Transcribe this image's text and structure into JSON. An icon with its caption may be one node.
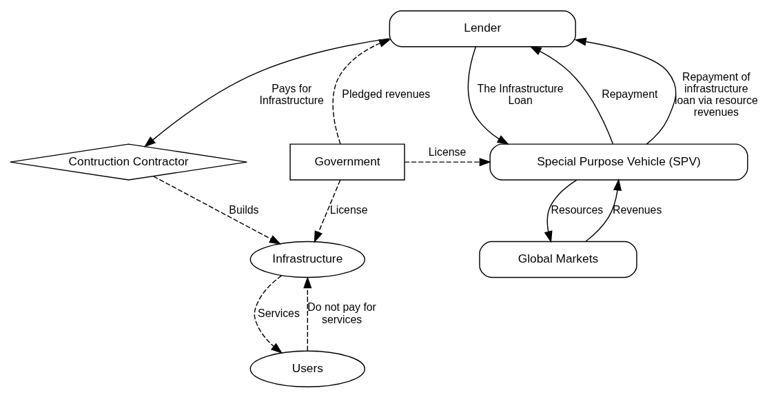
{
  "diagram": {
    "nodes": [
      {
        "text": [
          "Lender"
        ]
      },
      {
        "text": [
          "Contruction Contractor"
        ]
      },
      {
        "text": [
          "Government"
        ]
      },
      {
        "text": [
          "Infrastructure"
        ]
      },
      {
        "text": [
          "Users"
        ]
      },
      {
        "text": [
          "Special Purpose Vehicle (SPV)"
        ]
      },
      {
        "text": [
          "Global Markets"
        ]
      }
    ],
    "edges": [
      {
        "from": 0,
        "to": 1,
        "arrow": "to",
        "label": "Pays for Infrastructure"
      },
      {
        "from": 1,
        "to": 3,
        "arrow": "to",
        "label": "Builds",
        "style": "dashed"
      },
      {
        "from": 2,
        "to": 0,
        "arrow": "to",
        "label": "Pledged revenues",
        "style": "dashed"
      },
      {
        "from": 2,
        "to": 3,
        "arrow": "to",
        "label": "License",
        "style": "dashed"
      },
      {
        "from": 2,
        "to": 5,
        "arrow": "to",
        "label": "License",
        "style": "dashed"
      },
      {
        "from": 3,
        "to": 4,
        "arrow": "to",
        "label": "Services",
        "style": "dashed"
      },
      {
        "from": 4,
        "to": 3,
        "arrow": "to",
        "label": "Do not pay for services",
        "style": "dashed"
      },
      {
        "from": 0,
        "to": 5,
        "arrow": "to",
        "label": "The Infrastructure Loan"
      },
      {
        "from": 5,
        "to": 0,
        "arrow": "to",
        "label": "Repayment"
      },
      {
        "from": 5,
        "to": 0,
        "arrow": "to",
        "label": "Repayment of infrastructure loan via resource revenues"
      },
      {
        "from": 5,
        "to": 6,
        "arrow": "to",
        "label": "Resources"
      },
      {
        "from": 6,
        "to": 5,
        "arrow": "to",
        "label": "Revenues"
      }
    ]
  }
}
